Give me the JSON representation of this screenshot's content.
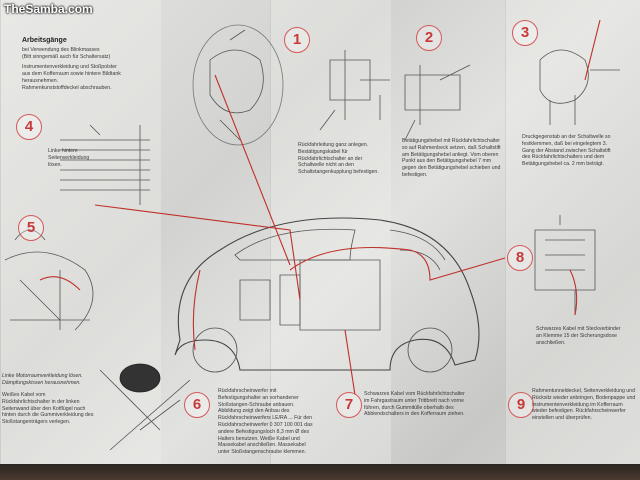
{
  "watermark": "TheSamba.com",
  "header": {
    "title": "Arbeitsgänge",
    "subtitle": "bei Verwendung des Blinkmasses",
    "note": "(Bitt sinngemäß auch für Schaltersatz)",
    "text": "Instrumentenverkleidung und Stoßpolster aus dem Kofferraum sowie hintere Bildtank herausnehmen.",
    "text2": "Rahmenkunststoffdeckel abschrauben."
  },
  "steps": [
    {
      "num": "1",
      "text": "Rückfahrleitung ganz anlegen. Bestätigungskabel für Rückfahrlichtschalter an der Schaltwelle nicht an den Schaltstangenkupplung befestigen."
    },
    {
      "num": "2",
      "text": "Betätigungshebel mit Rückfahrlichtschalter so auf Rahmenbeck setzen, daß Schaltstift am Betätigungshebel anliegt. Vom oberen Punkt aus den Betätigungshebel 7 mm gegen den Betätigungshebel schieben und befestigen."
    },
    {
      "num": "3",
      "text": "Druckgegenstab an der Schaltwelle so festklemmen, daß bei eingelegtem 3. Gang der Abstand zwischen Schaltstift des Rückfahrlichtschalters und dem Betätigungshebel ca. 2 mm beträgt."
    },
    {
      "num": "4",
      "text": "Linke hintere Seitenverkleidung lösen."
    },
    {
      "num": "5",
      "text": "Linke Motorraumverkleidung lösen. Dämpfungskissen herausnehmen.",
      "text2": "Weißes Kabel vom Rückfahrlichtschalter in der linken Seitenwand über den Kotflügel nach hinten durch die Gummiverkleidung des Stoßstangenträgers verlegen."
    },
    {
      "num": "6",
      "text": "Rückfahrscheinwerfer mit Befestigungshalter an vorhandener Stoßstangen-Schraube anbauen. Abbildung zeigt den Anbau des Rückfahrscheinwerfers LE/RA ... Für den Rückfahrscheinwerfer 0 307 100 001 das andere Befestigungsloch 8,3 mm Ø des Halters benutzen. Weiße Kabel und Massekabel anschließen. Massekabel unter Stoßstangenschraube klemmen."
    },
    {
      "num": "7",
      "text": "Schwarzes Kabel vom Rückfahrlichtschalter im Fahrgastraum unter Trittbrett nach vorne führen, durch Gummitülle oberhalb des Abblendschalters in den Kofferraum ziehen."
    },
    {
      "num": "8",
      "text": "Schwarzes Kabel mit Steckverbinder an Klemme 15 der Sicherungsdose anschließen."
    },
    {
      "num": "9",
      "text": "Rahmentunneldeckel, Seitenverkleidung und Rücksitz wieder anbringen, Bodenpappe und Instrumentenverkleidung im Kofferraum wieder befestigen. Rückfahrscheinwerfer einstellen und überprüfen."
    }
  ],
  "colors": {
    "accent": "#c83a3a",
    "wire": "#c0302a",
    "line": "#555555"
  }
}
